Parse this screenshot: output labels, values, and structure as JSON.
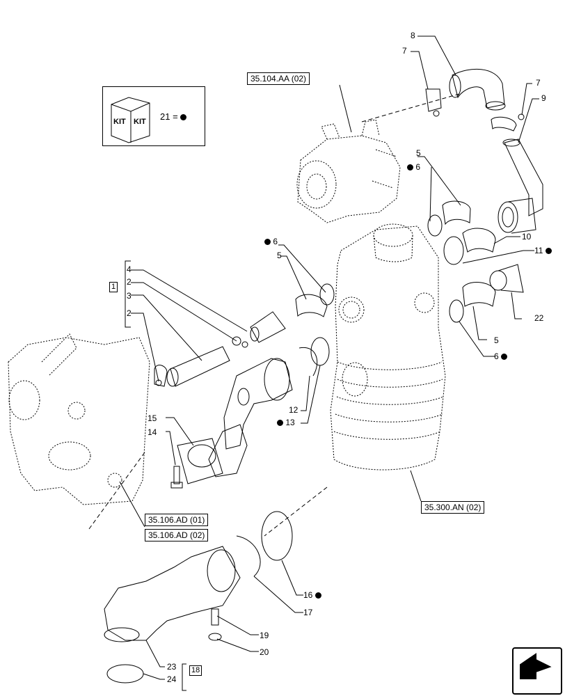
{
  "kit": {
    "text": "21 =",
    "bubble": "●",
    "words": [
      "KIT",
      "KIT"
    ]
  },
  "refs": {
    "r1": "35.104.AA (02)",
    "r2": "35.300.AN (02)",
    "r3": "35.106.AD (01)",
    "r4": "35.106.AD (02)"
  },
  "groups": {
    "g1": "1",
    "g18": "18"
  },
  "callouts": [
    {
      "id": "c8",
      "text": "8"
    },
    {
      "id": "c7a",
      "text": "7"
    },
    {
      "id": "c7b",
      "text": "7"
    },
    {
      "id": "c9",
      "text": "9"
    },
    {
      "id": "c5a",
      "text": "5"
    },
    {
      "id": "c6a",
      "text": "6"
    },
    {
      "id": "c10",
      "text": "10"
    },
    {
      "id": "c11",
      "text": "11"
    },
    {
      "id": "c6b",
      "text": "6"
    },
    {
      "id": "c5b",
      "text": "5"
    },
    {
      "id": "c22",
      "text": "22"
    },
    {
      "id": "c5c",
      "text": "5"
    },
    {
      "id": "c6c",
      "text": "6"
    },
    {
      "id": "c4",
      "text": "4"
    },
    {
      "id": "c2a",
      "text": "2"
    },
    {
      "id": "c3",
      "text": "3"
    },
    {
      "id": "c2b",
      "text": "2"
    },
    {
      "id": "c12",
      "text": "12"
    },
    {
      "id": "c13",
      "text": "13"
    },
    {
      "id": "c15",
      "text": "15"
    },
    {
      "id": "c14",
      "text": "14"
    },
    {
      "id": "c16",
      "text": "16"
    },
    {
      "id": "c17",
      "text": "17"
    },
    {
      "id": "c19",
      "text": "19"
    },
    {
      "id": "c20",
      "text": "20"
    },
    {
      "id": "c23",
      "text": "23"
    },
    {
      "id": "c24",
      "text": "24"
    }
  ],
  "icons": {
    "nav": "navigate-arrow-icon",
    "kit": "kit-box-icon"
  }
}
